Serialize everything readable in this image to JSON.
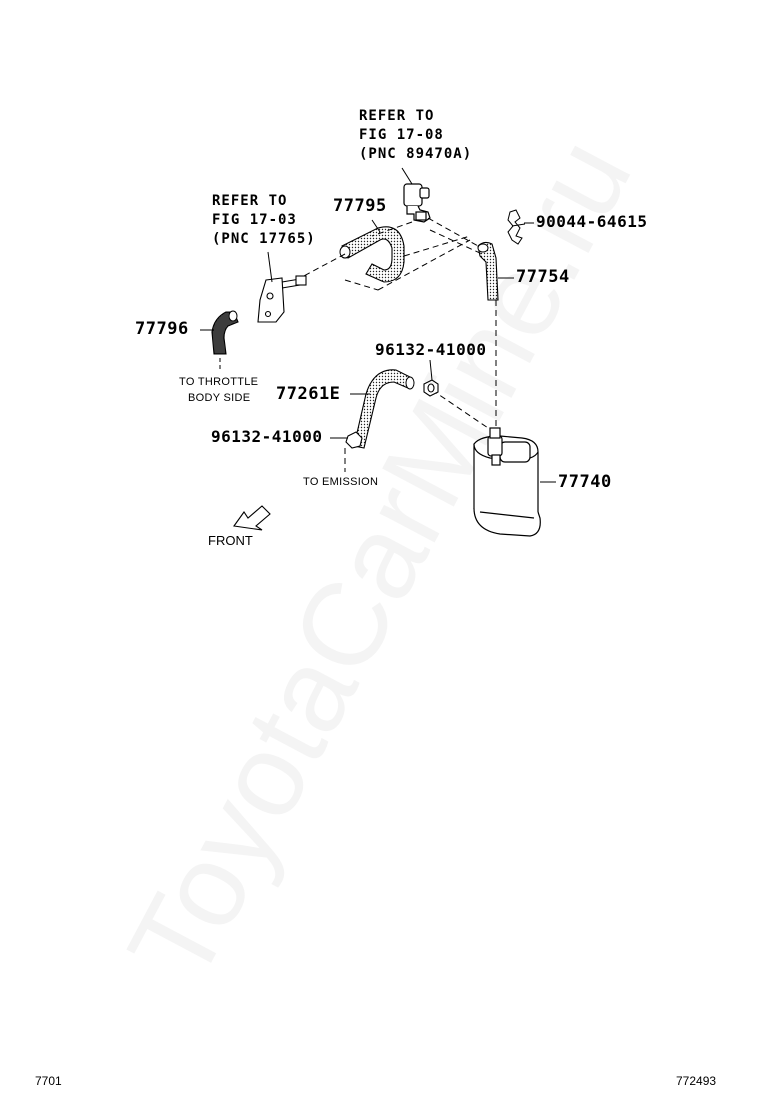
{
  "callouts": {
    "refer_fig_17_08": [
      "REFER TO",
      "FIG 17-08",
      "(PNC 89470A)"
    ],
    "refer_fig_17_03": [
      "REFER TO",
      "FIG 17-03",
      "(PNC 17765)"
    ],
    "p77795": "77795",
    "p90044": "90044-64615",
    "p77754": "77754",
    "p77796": "77796",
    "p96132_top": "96132-41000",
    "p77261E": "77261E",
    "p96132_bottom": "96132-41000",
    "p77740": "77740"
  },
  "notes": {
    "throttle": [
      "TO THROTTLE",
      "BODY SIDE"
    ],
    "emission": "TO EMISSION",
    "front": "FRONT"
  },
  "watermark": "ToyotaCarMine.ru",
  "footer": {
    "left": "7701",
    "right": "772493"
  }
}
